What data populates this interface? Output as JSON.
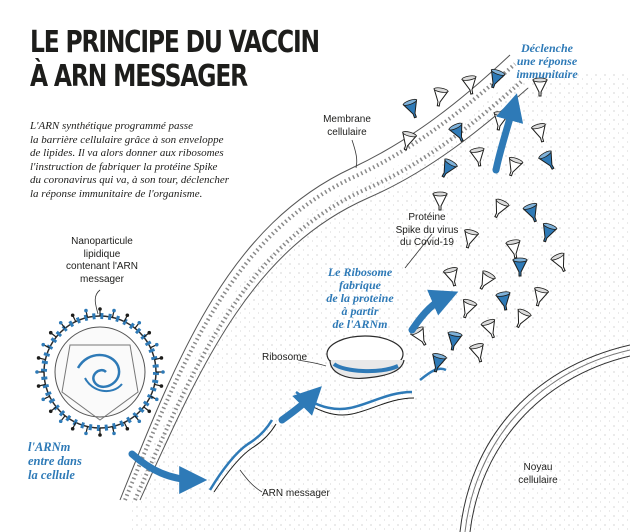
{
  "title": {
    "line1": "LE PRINCIPE DU VACCIN",
    "line2": "À ARN MESSAGER"
  },
  "intro": [
    "L'ARN synthétique programmé passe",
    "la barrière cellulaire grâce à son enveloppe",
    "de lipides. Il va alors donner aux ribosomes",
    "l'instruction de fabriquer la protéine Spike",
    "du coronavirus qui va, à son tour, déclencher",
    "la réponse immunitaire de l'organisme."
  ],
  "labels": {
    "membrane": [
      "Membrane",
      "cellulaire"
    ],
    "nanoparticle": [
      "Nanoparticule",
      "lipidique",
      "contenant l'ARN",
      "messager"
    ],
    "spike": [
      "Protéine",
      "Spike du virus",
      "du Covid-19"
    ],
    "ribosome": "Ribosome",
    "mrna": "ARN messager",
    "nucleus": [
      "Noyau",
      "cellulaire"
    ]
  },
  "callouts": {
    "immune": [
      "Déclenche",
      "une réponse",
      "immunitaire"
    ],
    "ribosome_makes": [
      "Le Ribosome",
      "fabrique",
      "de la proteine",
      "à partir",
      "de l'ARNm"
    ],
    "enters": [
      "l'ARNm",
      "entre dans",
      "la cellule"
    ]
  },
  "colors": {
    "accent_blue": "#2e7ab7",
    "ink": "#1d1d1b"
  }
}
